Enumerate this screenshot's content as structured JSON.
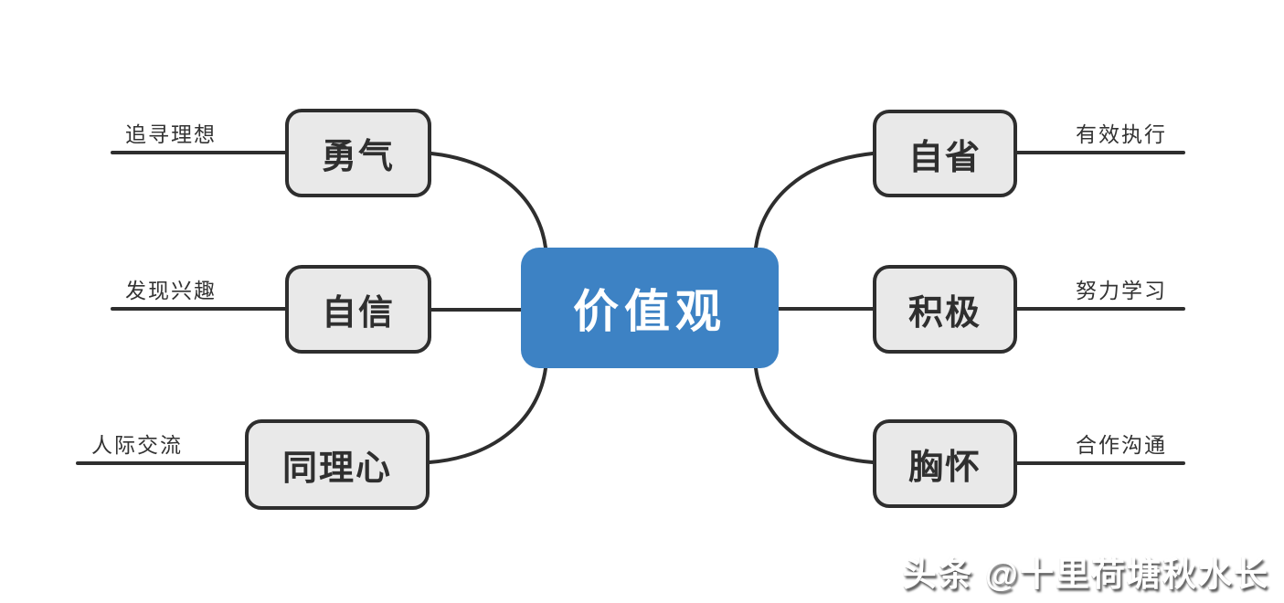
{
  "diagram": {
    "title_node": {
      "label": "价值观"
    },
    "left_branches": [
      {
        "label": "勇气",
        "tag": "追寻理想"
      },
      {
        "label": "自信",
        "tag": "发现兴趣"
      },
      {
        "label": "同理心",
        "tag": "人际交流"
      }
    ],
    "right_branches": [
      {
        "label": "自省",
        "tag": "有效执行"
      },
      {
        "label": "积极",
        "tag": "努力学习"
      },
      {
        "label": "胸怀",
        "tag": "合作沟通"
      }
    ],
    "colors": {
      "center_fill": "#3d82c4",
      "center_text": "#ffffff",
      "branch_fill": "#e9e9e9",
      "branch_border": "#2e2e2e",
      "connector": "#2e2e2e",
      "tag_text": "#333333"
    }
  },
  "watermark": {
    "text": "头条 @十里荷塘秋水长"
  }
}
